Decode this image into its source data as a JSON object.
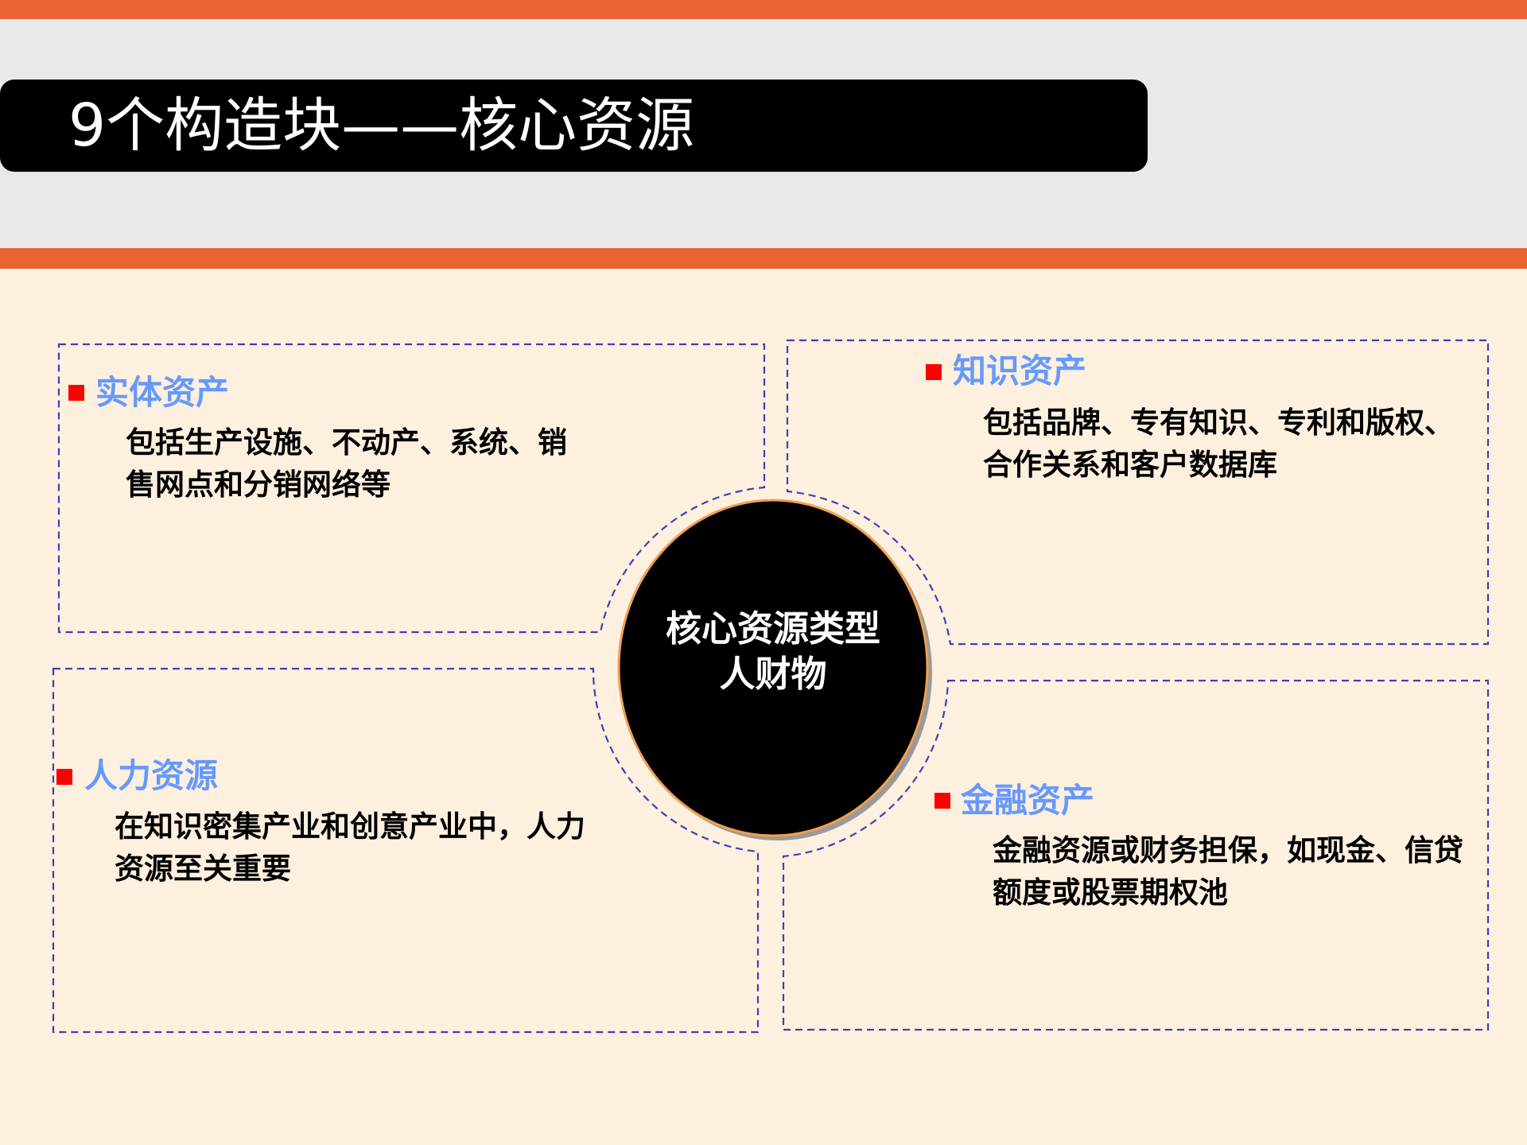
{
  "header": {
    "title": "9个构造块——核心资源"
  },
  "center": {
    "line1": "核心资源类型",
    "line2": "人财物"
  },
  "quadrants": [
    {
      "title": "实体资产",
      "lines": [
        "包括生产设施、不动产、系统、销",
        "售网点和分销网络等"
      ]
    },
    {
      "title": "知识资产",
      "lines": [
        "包括品牌、专有知识、专利和版权、",
        "合作关系和客户数据库"
      ]
    },
    {
      "title": "人力资源",
      "lines": [
        "在知识密集产业和创意产业中，人力",
        "资源至关重要"
      ]
    },
    {
      "title": "金融资产",
      "lines": [
        "金融资源或财务担保，如现金、信贷",
        "额度或股票期权池"
      ]
    }
  ],
  "colors": {
    "accent_orange": "#E86432",
    "header_gray": "#E9E9E9",
    "background_cream": "#FDF0DF",
    "section_title_blue": "#6699FF",
    "bullet_red": "#FF0000",
    "dash_blue": "#4040B0",
    "circle_fill": "#000000",
    "circle_outline": "#F0A050"
  }
}
